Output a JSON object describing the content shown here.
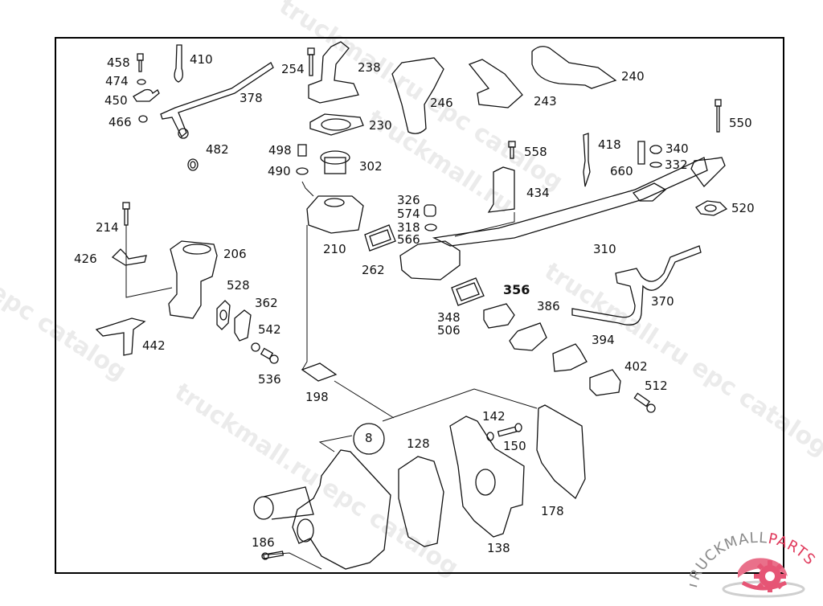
{
  "diagram": {
    "title": "Coolant pump and thermostat housing parts diagram",
    "callout": "8",
    "part_labels": [
      {
        "id": "458",
        "text": "458"
      },
      {
        "id": "410",
        "text": "410"
      },
      {
        "id": "474",
        "text": "474"
      },
      {
        "id": "450",
        "text": "450"
      },
      {
        "id": "466",
        "text": "466"
      },
      {
        "id": "378",
        "text": "378"
      },
      {
        "id": "482",
        "text": "482"
      },
      {
        "id": "254",
        "text": "254"
      },
      {
        "id": "238",
        "text": "238"
      },
      {
        "id": "230",
        "text": "230"
      },
      {
        "id": "246",
        "text": "246"
      },
      {
        "id": "243",
        "text": "243"
      },
      {
        "id": "240",
        "text": "240"
      },
      {
        "id": "550",
        "text": "550"
      },
      {
        "id": "498",
        "text": "498"
      },
      {
        "id": "490",
        "text": "490"
      },
      {
        "id": "302",
        "text": "302"
      },
      {
        "id": "558",
        "text": "558"
      },
      {
        "id": "418",
        "text": "418"
      },
      {
        "id": "340",
        "text": "340"
      },
      {
        "id": "332",
        "text": "332"
      },
      {
        "id": "660",
        "text": "660"
      },
      {
        "id": "434",
        "text": "434"
      },
      {
        "id": "520",
        "text": "520"
      },
      {
        "id": "326",
        "text": "326"
      },
      {
        "id": "574",
        "text": "574"
      },
      {
        "id": "318",
        "text": "318"
      },
      {
        "id": "566",
        "text": "566"
      },
      {
        "id": "214",
        "text": "214"
      },
      {
        "id": "426",
        "text": "426"
      },
      {
        "id": "206",
        "text": "206"
      },
      {
        "id": "210",
        "text": "210"
      },
      {
        "id": "262",
        "text": "262"
      },
      {
        "id": "310",
        "text": "310"
      },
      {
        "id": "528",
        "text": "528"
      },
      {
        "id": "362",
        "text": "362"
      },
      {
        "id": "542",
        "text": "542"
      },
      {
        "id": "442",
        "text": "442"
      },
      {
        "id": "536",
        "text": "536"
      },
      {
        "id": "356",
        "text": "356"
      },
      {
        "id": "348",
        "text": "348"
      },
      {
        "id": "506",
        "text": "506"
      },
      {
        "id": "386",
        "text": "386"
      },
      {
        "id": "370",
        "text": "370"
      },
      {
        "id": "394",
        "text": "394"
      },
      {
        "id": "402",
        "text": "402"
      },
      {
        "id": "512",
        "text": "512"
      },
      {
        "id": "198",
        "text": "198"
      },
      {
        "id": "142",
        "text": "142"
      },
      {
        "id": "150",
        "text": "150"
      },
      {
        "id": "128",
        "text": "128"
      },
      {
        "id": "178",
        "text": "178"
      },
      {
        "id": "186",
        "text": "186"
      },
      {
        "id": "138",
        "text": "138"
      }
    ]
  },
  "watermarks": [
    "truckmall.ru epc catalog",
    "truckmall.ru epc catalog",
    "truckmall.ru epc catalog",
    "truckmall.ru",
    "epc catalog"
  ],
  "logo": {
    "text_dark": "TRUCKMALL",
    "text_accent": "PARTS",
    "accent_color": "#e03a5c",
    "icon": "gear-icon"
  }
}
